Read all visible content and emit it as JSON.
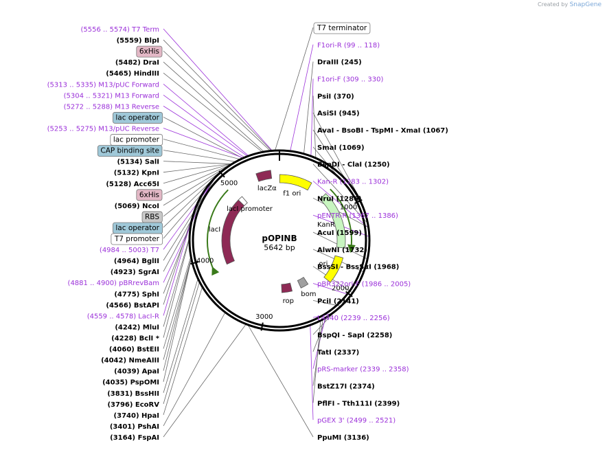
{
  "credit": {
    "prefix": "Created by",
    "brand": "SnapGene"
  },
  "plasmid": {
    "name": "pOPINB",
    "length_label": "5642 bp",
    "length": 5642
  },
  "colors": {
    "primer": "#9b30d9",
    "site": "#000000",
    "feature_blue": "#9fc8d8",
    "feature_pink": "#e3b8c6",
    "lacI": "#8e2a55",
    "lacZa": "#8e2a55",
    "ori": "#ffff00",
    "f1ori": "#ffff00",
    "KanR": "#c8f5c0",
    "rop": "#8e2a55",
    "bom": "#a0a0a0",
    "arrow_ring": "#3a7a1a"
  },
  "ticks": [
    "1000",
    "2000",
    "3000",
    "4000",
    "5000"
  ],
  "features": [
    {
      "name": "f1 ori",
      "start": 3,
      "end": 459,
      "dir": 1,
      "color": "#ffff00",
      "label": "f1 ori"
    },
    {
      "name": "KanR",
      "start": 700,
      "end": 1515,
      "dir": 1,
      "color": "#c8f5c0",
      "label": "KanR"
    },
    {
      "name": "ori",
      "start": 1650,
      "end": 2030,
      "dir": 1,
      "color": "#ffff00",
      "label": "ori"
    },
    {
      "name": "bom",
      "start": 2300,
      "end": 2440,
      "dir": 0,
      "color": "#a0a0a0",
      "label": "bom"
    },
    {
      "name": "rop",
      "start": 2600,
      "end": 2780,
      "dir": -1,
      "color": "#8e2a55",
      "label": "rop"
    },
    {
      "name": "lacI",
      "start": 3850,
      "end": 4930,
      "dir": -1,
      "color": "#8e2a55",
      "label": "lacI"
    },
    {
      "name": "lacI promoter",
      "start": 4931,
      "end": 5008,
      "dir": 0,
      "color": "#ffffff",
      "label": "lacI promoter"
    },
    {
      "name": "lacZa",
      "start": 5338,
      "end": 5530,
      "dir": -1,
      "color": "#8e2a55",
      "label": "lacZα"
    }
  ],
  "left_labels": [
    {
      "text": "(5556 .. 5574)  T7 Term",
      "kind": "primer",
      "pos": 5565
    },
    {
      "text": "(5559)  BlpI",
      "kind": "site",
      "pos": 5559
    },
    {
      "text": "6xHis",
      "kind": "box_pink",
      "pos": 5545
    },
    {
      "text": "(5482)  DraI",
      "kind": "site",
      "pos": 5482
    },
    {
      "text": "(5465)  HindIII",
      "kind": "site",
      "pos": 5465
    },
    {
      "text": "(5313 .. 5335)  M13/pUC Forward",
      "kind": "primer",
      "pos": 5324
    },
    {
      "text": "(5304 .. 5321)  M13 Forward",
      "kind": "primer",
      "pos": 5312
    },
    {
      "text": "(5272 .. 5288)  M13 Reverse",
      "kind": "primer",
      "pos": 5280
    },
    {
      "text": "lac operator",
      "kind": "box_blue",
      "pos": 5260
    },
    {
      "text": "(5253 .. 5275)  M13/pUC Reverse",
      "kind": "primer",
      "pos": 5264
    },
    {
      "text": "lac promoter",
      "kind": "box_white",
      "pos": 5230
    },
    {
      "text": "CAP binding site",
      "kind": "box_blue",
      "pos": 5180
    },
    {
      "text": "(5134)  SalI",
      "kind": "site",
      "pos": 5134
    },
    {
      "text": "(5132)  KpnI",
      "kind": "site",
      "pos": 5132
    },
    {
      "text": "(5128)  Acc65I",
      "kind": "site",
      "pos": 5128
    },
    {
      "text": "6xHis",
      "kind": "box_pink",
      "pos": 5100
    },
    {
      "text": "(5069)  NcoI",
      "kind": "site",
      "pos": 5069
    },
    {
      "text": "RBS",
      "kind": "box_gray",
      "pos": 5060
    },
    {
      "text": "lac operator",
      "kind": "box_blue",
      "pos": 5040
    },
    {
      "text": "T7 promoter",
      "kind": "box_white",
      "pos": 5020
    },
    {
      "text": "(4984 .. 5003)  T7",
      "kind": "primer",
      "pos": 4993
    },
    {
      "text": "(4964)  BglII",
      "kind": "site",
      "pos": 4964
    },
    {
      "text": "(4923)  SgrAI",
      "kind": "site",
      "pos": 4923
    },
    {
      "text": "(4881 .. 4900)  pBRrevBam",
      "kind": "primer",
      "pos": 4890
    },
    {
      "text": "(4775)  SphI",
      "kind": "site",
      "pos": 4775
    },
    {
      "text": "(4566)  BstAPI",
      "kind": "site",
      "pos": 4566
    },
    {
      "text": "(4559 .. 4578)  LacI-R",
      "kind": "primer",
      "pos": 4568
    },
    {
      "text": "(4242)  MluI",
      "kind": "site",
      "pos": 4242
    },
    {
      "text": "(4228)  BclI *",
      "kind": "site",
      "pos": 4228
    },
    {
      "text": "(4060)  BstEII",
      "kind": "site",
      "pos": 4060
    },
    {
      "text": "(4042)  NmeAIII",
      "kind": "site",
      "pos": 4042
    },
    {
      "text": "(4039)  ApaI",
      "kind": "site",
      "pos": 4039
    },
    {
      "text": "(4035)  PspOMI",
      "kind": "site",
      "pos": 4035
    },
    {
      "text": "(3831)  BssHII",
      "kind": "site",
      "pos": 3831
    },
    {
      "text": "(3796)  EcoRV",
      "kind": "site",
      "pos": 3796
    },
    {
      "text": "(3740)  HpaI",
      "kind": "site",
      "pos": 3740
    },
    {
      "text": "(3401)  PshAI",
      "kind": "site",
      "pos": 3401
    },
    {
      "text": "(3164)  FspAI",
      "kind": "site",
      "pos": 3164
    }
  ],
  "right_labels": [
    {
      "text": "T7 terminator",
      "kind": "box_white",
      "pos": 5600
    },
    {
      "text": "F1ori-R   (99 .. 118)",
      "kind": "primer",
      "pos": 108
    },
    {
      "text": "DraIII  (245)",
      "kind": "site",
      "pos": 245
    },
    {
      "text": "F1ori-F   (309 .. 330)",
      "kind": "primer",
      "pos": 319
    },
    {
      "text": "PsiI  (370)",
      "kind": "site",
      "pos": 370
    },
    {
      "text": "AsiSI  (945)",
      "kind": "site",
      "pos": 945
    },
    {
      "text": "AvaI  - BsoBI  - TspMI  - XmaI  (1067)",
      "kind": "site",
      "pos": 1067
    },
    {
      "text": "SmaI  (1069)",
      "kind": "site",
      "pos": 1069
    },
    {
      "text": "BspDI  - ClaI  (1250)",
      "kind": "site",
      "pos": 1250
    },
    {
      "text": "Kan-R  (1283 .. 1302)",
      "kind": "primer",
      "pos": 1292
    },
    {
      "text": "NruI  (1286)",
      "kind": "site",
      "pos": 1286
    },
    {
      "text": "pENTR-R  (1367 .. 1386)",
      "kind": "primer",
      "pos": 1376
    },
    {
      "text": "AcuI  (1599)",
      "kind": "site",
      "pos": 1599
    },
    {
      "text": "AlwNI  (1732)",
      "kind": "site",
      "pos": 1732
    },
    {
      "text": "BssSI  - BssSαI  (1968)",
      "kind": "site",
      "pos": 1968
    },
    {
      "text": "pBR322ori-F  (1986 .. 2005)",
      "kind": "primer",
      "pos": 1995
    },
    {
      "text": "PciI  (2141)",
      "kind": "site",
      "pos": 2141
    },
    {
      "text": "L4440  (2239 .. 2256)",
      "kind": "primer",
      "pos": 2247
    },
    {
      "text": "BspQI  - SapI  (2258)",
      "kind": "site",
      "pos": 2258
    },
    {
      "text": "TatI  (2337)",
      "kind": "site",
      "pos": 2337
    },
    {
      "text": "pRS-marker  (2339 .. 2358)",
      "kind": "primer",
      "pos": 2348
    },
    {
      "text": "BstZ17I  (2374)",
      "kind": "site",
      "pos": 2374
    },
    {
      "text": "PflFI  - Tth111I  (2399)",
      "kind": "site",
      "pos": 2399
    },
    {
      "text": "pGEX 3'  (2499 .. 2521)",
      "kind": "primer",
      "pos": 2510
    },
    {
      "text": "PpuMI  (3136)",
      "kind": "site",
      "pos": 3136
    }
  ]
}
